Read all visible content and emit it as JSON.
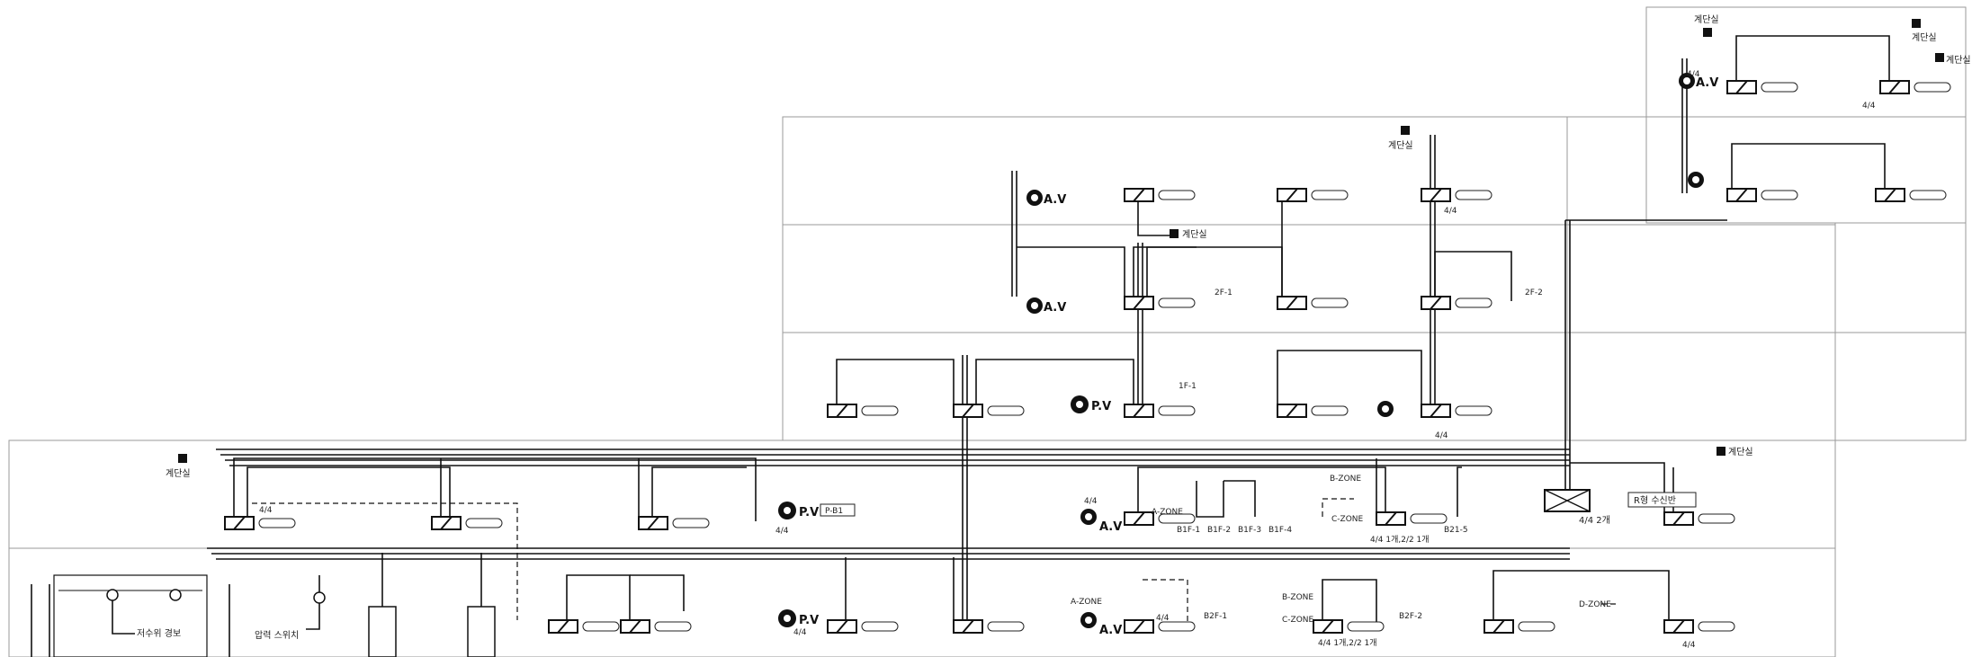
{
  "labels": {
    "stair": "계단실",
    "av": "A.V",
    "pv": "P.V",
    "ratio_44": "4/4",
    "ratio_mix": "4/4 1개,2/2 1개",
    "ratio_2": "4/4 2개",
    "fire_panel": "R형 수신반",
    "low_water_alarm": "저수위 경보",
    "pressure_switch": "압력 스위치",
    "pb1": "P-B1",
    "zone_a": "A-ZONE",
    "zone_b": "B-ZONE",
    "zone_c": "C-ZONE",
    "zone_d": "D-ZONE",
    "f1_1": "1F-1",
    "f2_1": "2F-1",
    "f2_2": "2F-2",
    "b1f_1": "B1F-1",
    "b1f_2": "B1F-2",
    "b1f_3": "B1F-3",
    "b1f_4": "B1F-4",
    "b1f_5": "B21-5",
    "b2f_1": "B2F-1",
    "b2f_2": "B2F-2"
  },
  "colors": {
    "line": "#111111",
    "frame": "#9a9a9a"
  }
}
